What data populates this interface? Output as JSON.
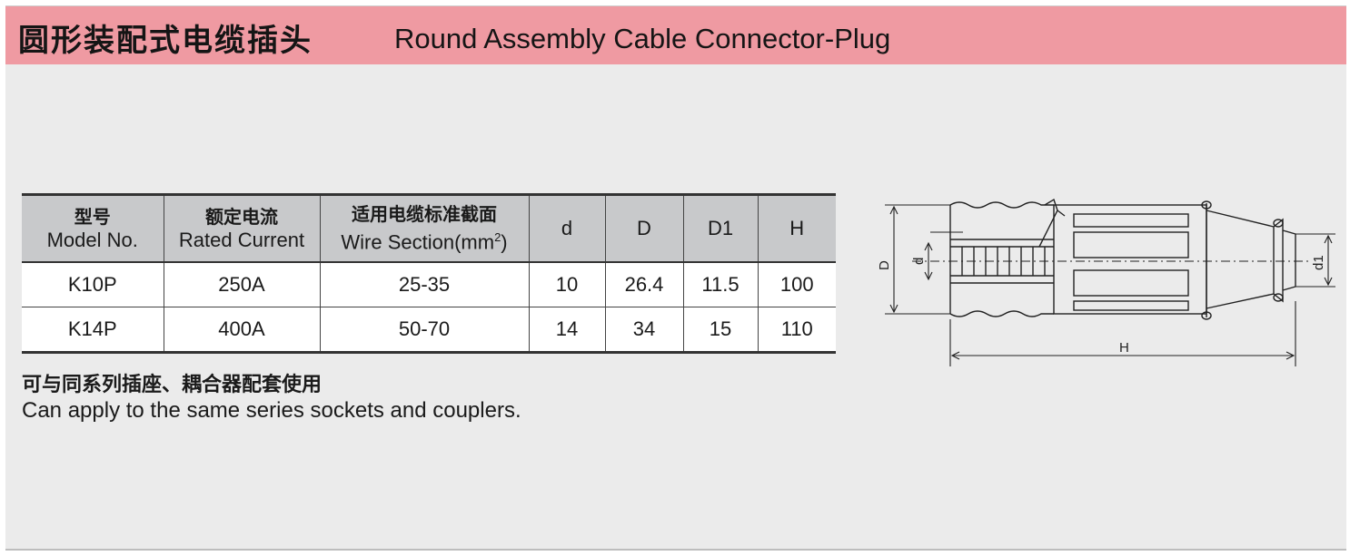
{
  "header": {
    "title_zh": "圆形装配式电缆插头",
    "title_en": "Round Assembly Cable Connector-Plug"
  },
  "table": {
    "columns": [
      {
        "zh": "型号",
        "en": "Model No."
      },
      {
        "zh": "额定电流",
        "en": "Rated Current"
      },
      {
        "zh": "适用电缆标准截面",
        "en": "Wire Section(mm",
        "sup": "2",
        "en_tail": ")"
      },
      {
        "en": "d"
      },
      {
        "en": "D"
      },
      {
        "en": "D1"
      },
      {
        "en": "H"
      }
    ],
    "rows": [
      [
        "K10P",
        "250A",
        "25-35",
        "10",
        "26.4",
        "11.5",
        "100"
      ],
      [
        "K14P",
        "400A",
        "50-70",
        "14",
        "34",
        "15",
        "110"
      ]
    ]
  },
  "note": {
    "zh": "可与同系列插座、耦合器配套使用",
    "en": "Can apply to the same series sockets and couplers."
  },
  "drawing": {
    "labels": {
      "D": "D",
      "d": "d",
      "d1": "d1",
      "H": "H"
    }
  }
}
